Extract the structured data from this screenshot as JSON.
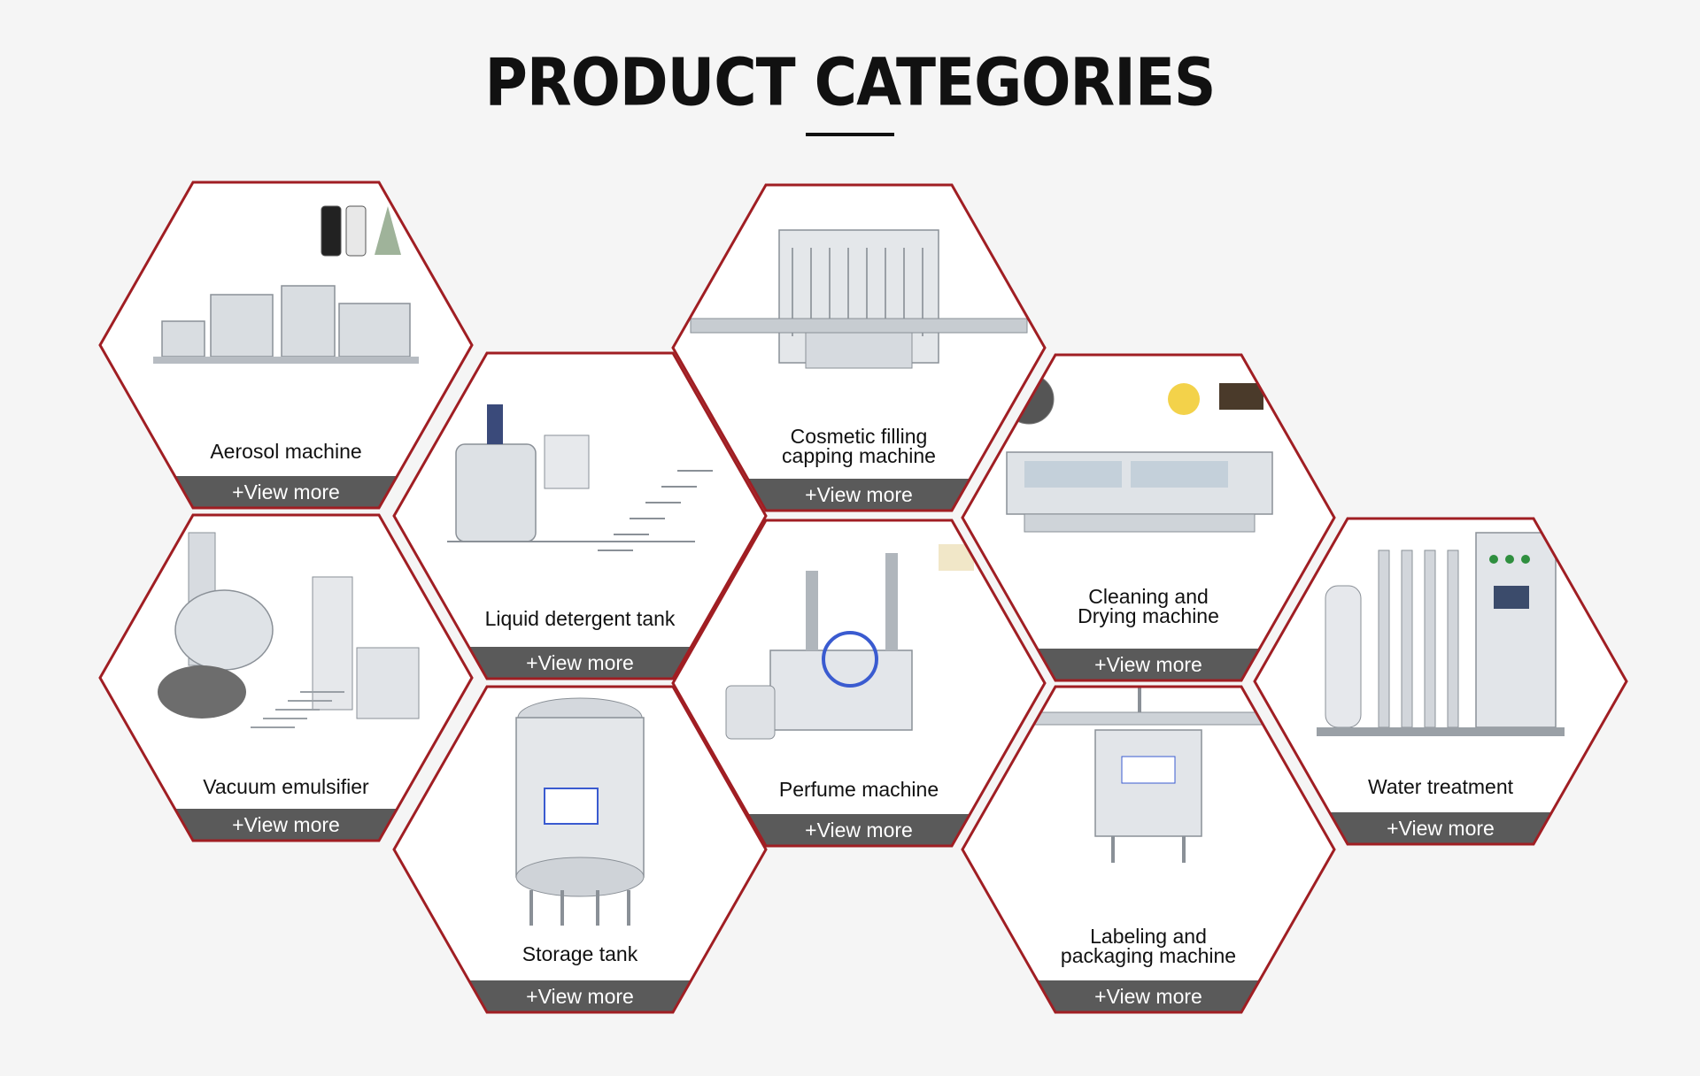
{
  "page": {
    "heading": "PRODUCT CATEGORIES",
    "brand_color": "#a01e23",
    "band_color": "#5a5a5a",
    "background_color": "#f5f5f5"
  },
  "categories": [
    {
      "id": "aerosol",
      "label_lines": [
        "Aerosol machine"
      ],
      "cta": "+View more",
      "icon": "aerosol-machine-illustration"
    },
    {
      "id": "liquid-detergent",
      "label_lines": [
        "Liquid detergent tank"
      ],
      "cta": "+View more",
      "icon": "mixing-tank-illustration"
    },
    {
      "id": "cosmetic-filling",
      "label_lines": [
        "Cosmetic filling",
        "capping machine"
      ],
      "cta": "+View more",
      "icon": "filling-machine-illustration"
    },
    {
      "id": "cleaning-drying",
      "label_lines": [
        "Cleaning and",
        "Drying machine"
      ],
      "cta": "+View more",
      "icon": "washing-machine-illustration"
    },
    {
      "id": "vacuum-emulsifier",
      "label_lines": [
        "Vacuum emulsifier"
      ],
      "cta": "+View more",
      "icon": "emulsifier-illustration"
    },
    {
      "id": "perfume",
      "label_lines": [
        "Perfume machine"
      ],
      "cta": "+View more",
      "icon": "perfume-machine-illustration"
    },
    {
      "id": "water-treatment",
      "label_lines": [
        "Water treatment"
      ],
      "cta": "+View more",
      "icon": "water-treatment-illustration"
    },
    {
      "id": "storage-tank",
      "label_lines": [
        "Storage tank"
      ],
      "cta": "+View more",
      "icon": "storage-tank-illustration"
    },
    {
      "id": "labeling-packaging",
      "label_lines": [
        "Labeling and",
        "packaging machine"
      ],
      "cta": "+View more",
      "icon": "labeling-machine-illustration"
    }
  ]
}
